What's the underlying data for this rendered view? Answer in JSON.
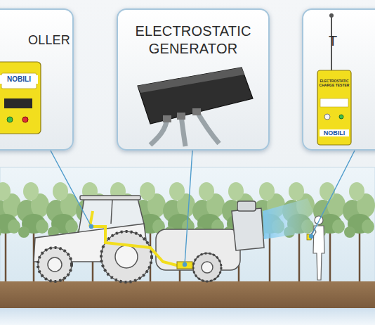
{
  "diagram": {
    "nodes": [
      {
        "text": [
          "OLLER"
        ]
      },
      {
        "text": [
          "ELECTROSTATIC GENERATOR"
        ]
      },
      {
        "text": [
          "T"
        ]
      }
    ],
    "labels": [
      "NOBILI",
      "ELECTROSTATIC CHARGE TESTER",
      "NOBILI"
    ]
  }
}
